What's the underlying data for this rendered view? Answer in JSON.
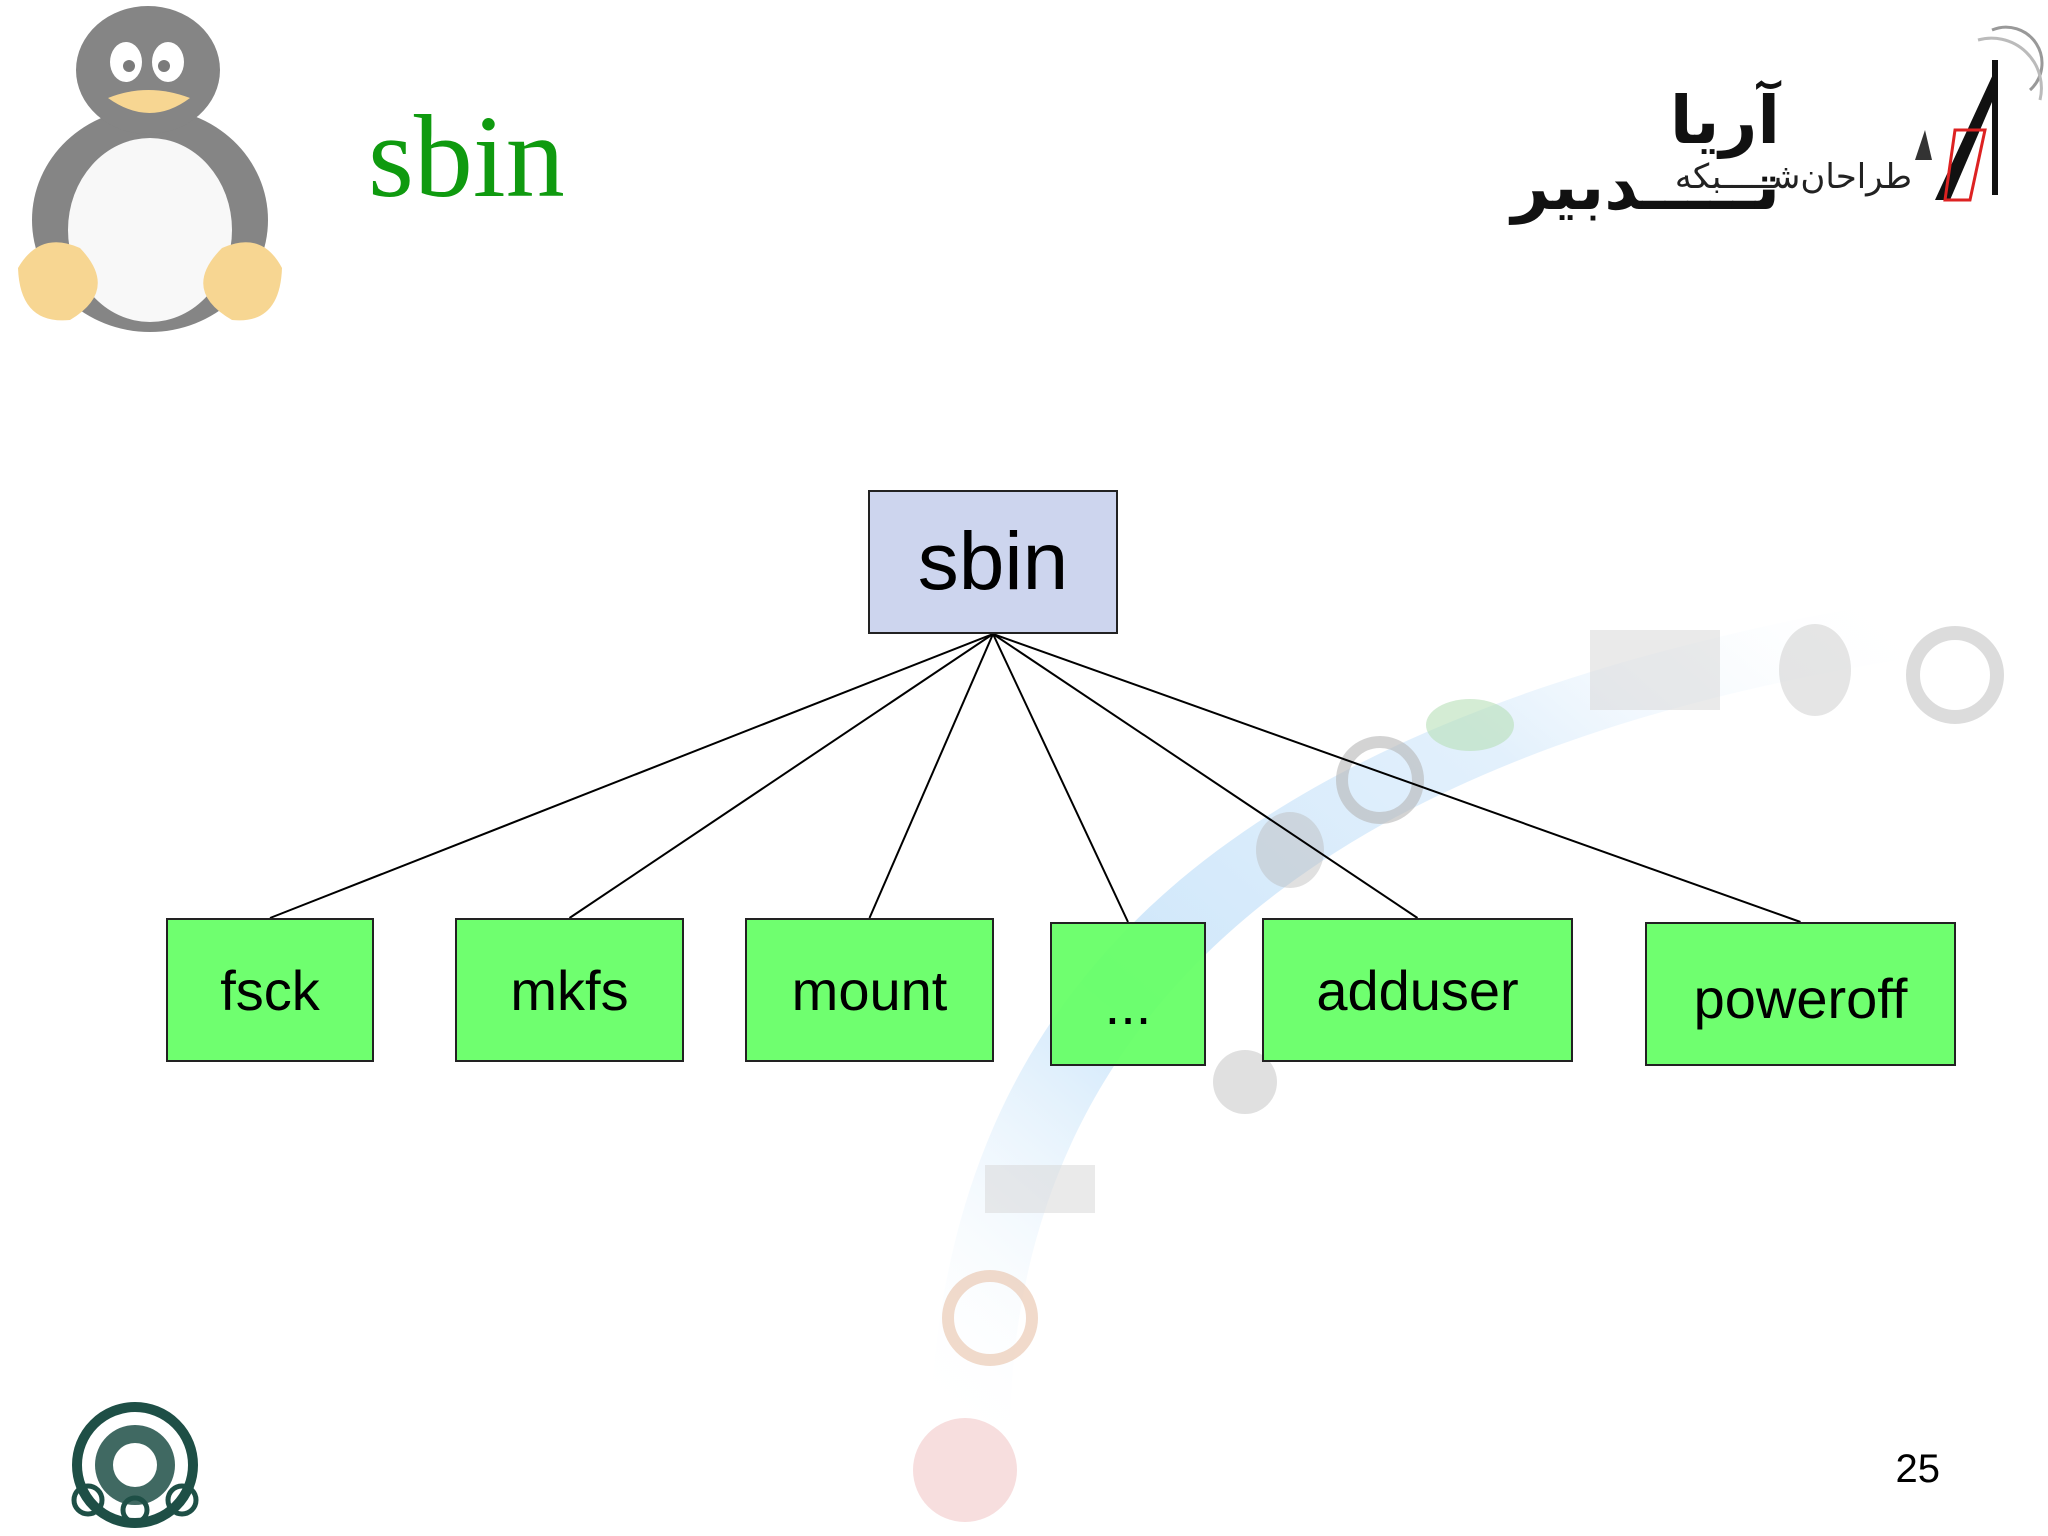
{
  "slide": {
    "title": "sbin",
    "brand": {
      "name": "آریا تـــــدبیر",
      "tagline": "طراحان‌شـــــبکه"
    },
    "page_number": "25"
  },
  "diagram": {
    "root": {
      "id": "root",
      "label": "sbin"
    },
    "children": [
      {
        "id": "fsck",
        "label": "fsck"
      },
      {
        "id": "mkfs",
        "label": "mkfs"
      },
      {
        "id": "mount",
        "label": "mount"
      },
      {
        "id": "ellipsis",
        "label": "..."
      },
      {
        "id": "adduser",
        "label": "adduser"
      },
      {
        "id": "poweroff",
        "label": "poweroff"
      }
    ],
    "edges": [
      {
        "from": "root",
        "to": "fsck"
      },
      {
        "from": "root",
        "to": "mkfs"
      },
      {
        "from": "root",
        "to": "mount"
      },
      {
        "from": "root",
        "to": "ellipsis"
      },
      {
        "from": "root",
        "to": "adduser"
      },
      {
        "from": "root",
        "to": "poweroff"
      }
    ],
    "colors": {
      "root_fill": "#cdd5ee",
      "child_fill": "#66ff66",
      "line": "#000000",
      "title": "#0f9a0f"
    }
  },
  "decor": {
    "icons": [
      "tux-penguin-icon",
      "arya-tadbir-logo",
      "university-seal-icon",
      "linux-distro-arc-decoration"
    ]
  }
}
